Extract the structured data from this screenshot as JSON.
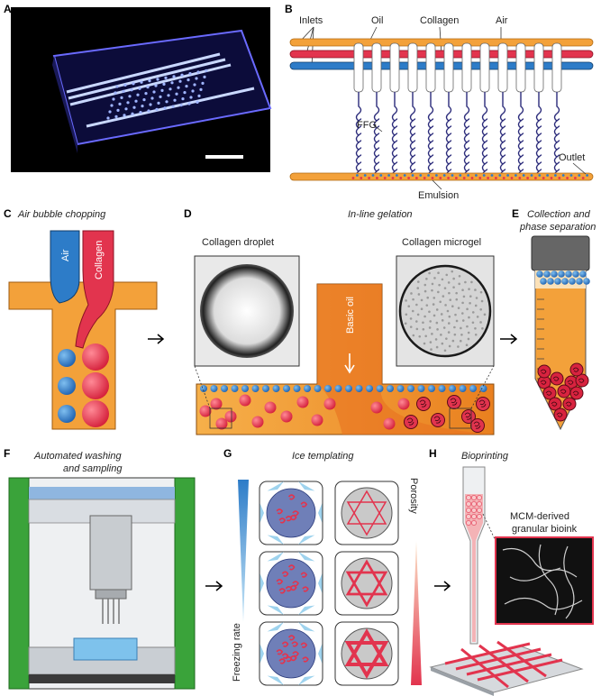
{
  "panels": {
    "a": {
      "letter": "A"
    },
    "b": {
      "letter": "B",
      "labels": {
        "inlets": "Inlets",
        "oil": "Oil",
        "collagen": "Collagen",
        "air": "Air",
        "ffg": "FFG",
        "outlet": "Outlet",
        "emulsion": "Emulsion"
      }
    },
    "c": {
      "letter": "C",
      "title": "Air bubble chopping",
      "air": "Air",
      "collagen": "Collagen"
    },
    "d": {
      "letter": "D",
      "title": "In-line gelation",
      "droplet": "Collagen droplet",
      "microgel": "Collagen microgel",
      "basic_oil": "Basic oil"
    },
    "e": {
      "letter": "E",
      "title_line1": "Collection and",
      "title_line2": "phase separation"
    },
    "f": {
      "letter": "F",
      "title_line1": "Automated washing",
      "title_line2": "and sampling"
    },
    "g": {
      "letter": "G",
      "title": "Ice templating",
      "freezing_rate": "Freezing rate",
      "porosity": "Porosity"
    },
    "h": {
      "letter": "H",
      "title": "Bioprinting",
      "bioink_line1": "MCM-derived",
      "bioink_line2": "granular bioink"
    }
  },
  "colors": {
    "oil": "#f3a13a",
    "collagen": "#e2344e",
    "air": "#2d7cc8",
    "dark_orange": "#e8731f",
    "printer_green": "#3aa33a"
  }
}
